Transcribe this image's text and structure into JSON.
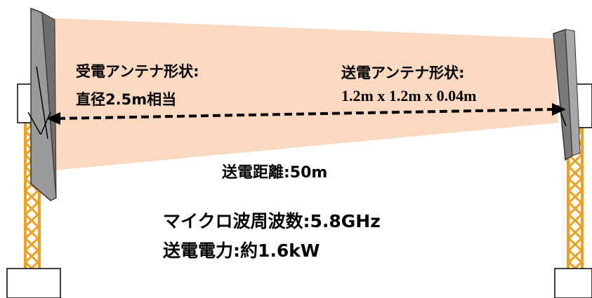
{
  "colors": {
    "beam_fill": "#fbd8c0",
    "tower_orange": "#f0a020",
    "antenna_gray": "#8a8a8a",
    "arrow": "#000000"
  },
  "icons": {
    "receiving_antenna": "parabolic-dish-side-view",
    "transmitting_antenna": "flat-panel-side-view",
    "tower": "lattice-tower"
  },
  "labels": {
    "receiver_shape_title": "受電アンテナ形状:",
    "receiver_shape_value": "直径2.5m相当",
    "transmitter_shape_title": "送電アンテナ形状:",
    "transmitter_shape_value": "1.2m x 1.2m x 0.04m",
    "distance": "送電距離:50m",
    "frequency": "マイクロ波周波数:5.8GHz",
    "power": "送電電力:約1.6kW"
  }
}
